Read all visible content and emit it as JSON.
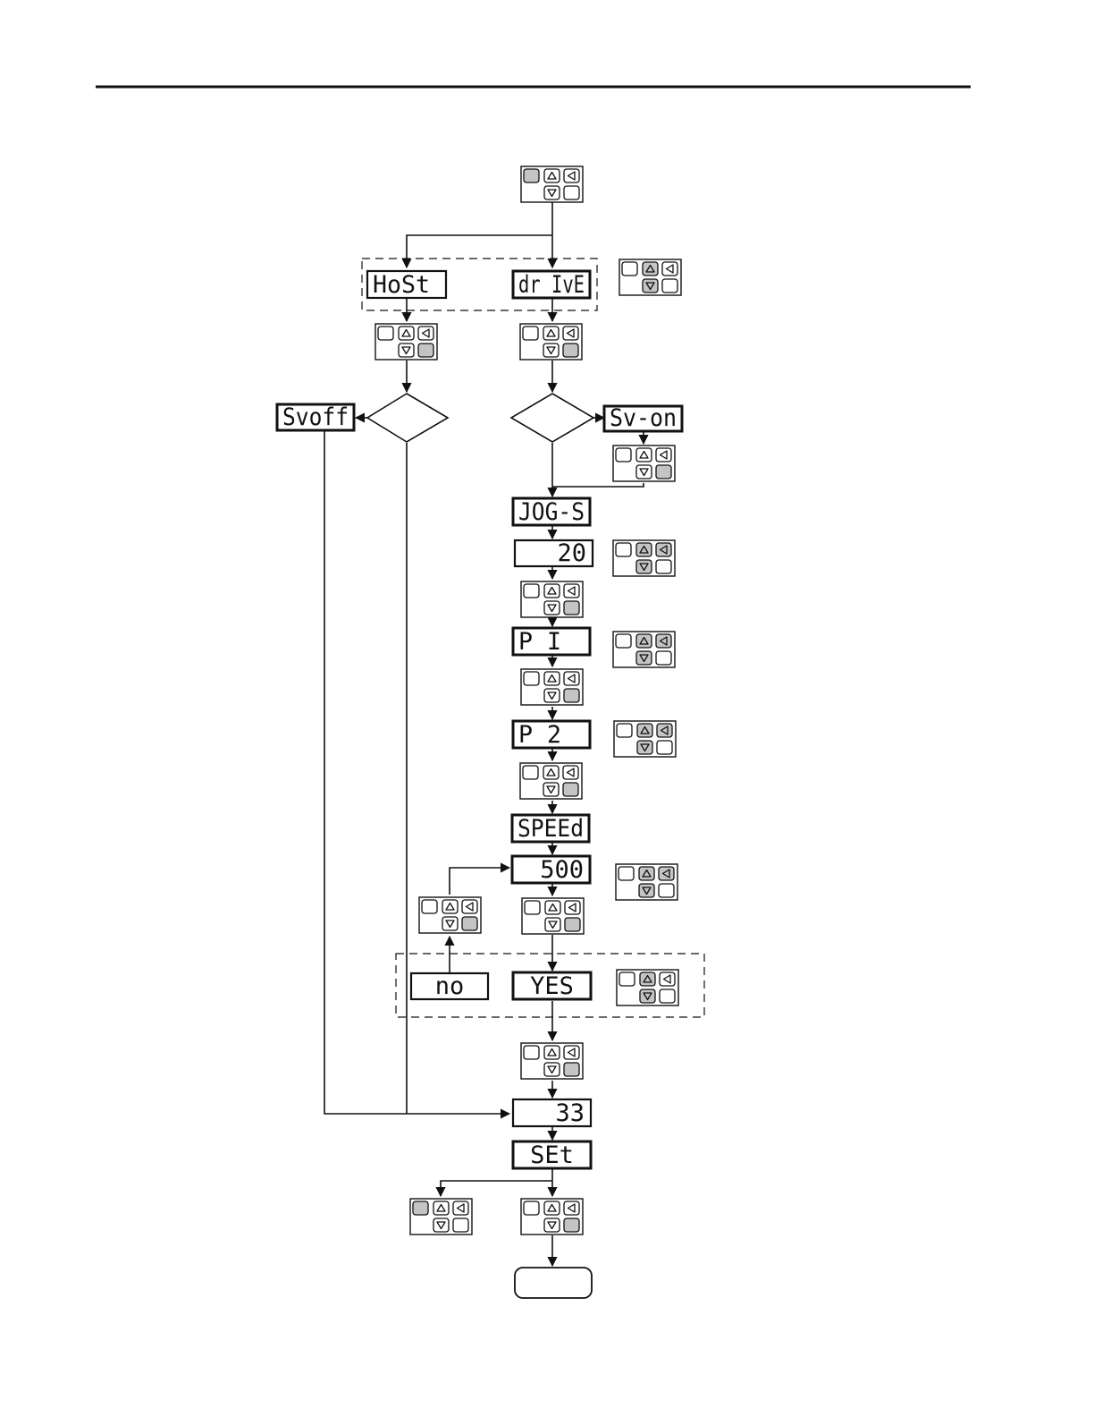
{
  "displays": [
    {
      "id": "host",
      "text": "HoSt",
      "align": "start",
      "thick": false
    },
    {
      "id": "drive",
      "text": "dr IvE",
      "align": "start",
      "thick": true
    },
    {
      "id": "sv-off",
      "text": "Svoff",
      "align": "start",
      "thick": true
    },
    {
      "id": "sv-on",
      "text": "Sv-on",
      "align": "start",
      "thick": true
    },
    {
      "id": "jog-s",
      "text": "JOG-S",
      "align": "start",
      "thick": true
    },
    {
      "id": "jog-value",
      "text": "20",
      "align": "end",
      "thick": false
    },
    {
      "id": "p1",
      "text": "P I",
      "align": "start",
      "thick": true
    },
    {
      "id": "p2",
      "text": "P 2",
      "align": "start",
      "thick": true
    },
    {
      "id": "speed",
      "text": "SPEEd",
      "align": "start",
      "thick": true
    },
    {
      "id": "speed-value",
      "text": "500",
      "align": "end",
      "thick": true
    },
    {
      "id": "no",
      "text": "no",
      "align": "middle",
      "thick": false
    },
    {
      "id": "yes",
      "text": "YES",
      "align": "middle",
      "thick": true
    },
    {
      "id": "value-33",
      "text": "33",
      "align": "end",
      "thick": false
    },
    {
      "id": "set",
      "text": "SEt",
      "align": "middle",
      "thick": true
    }
  ],
  "keypads": [
    {
      "id": "start",
      "pressed": "mode"
    },
    {
      "id": "select-host-drive",
      "pressed": "up-down"
    },
    {
      "id": "host-enter",
      "pressed": "enter"
    },
    {
      "id": "drive-enter",
      "pressed": "enter"
    },
    {
      "id": "sv-on-enter",
      "pressed": "enter"
    },
    {
      "id": "jog-adjust",
      "pressed": "up-down-left"
    },
    {
      "id": "jog-enter",
      "pressed": "enter"
    },
    {
      "id": "p1-adjust",
      "pressed": "up-down-left"
    },
    {
      "id": "p1-enter",
      "pressed": "enter"
    },
    {
      "id": "p2-adjust",
      "pressed": "up-down-left"
    },
    {
      "id": "p2-enter",
      "pressed": "enter"
    },
    {
      "id": "speed-adjust",
      "pressed": "up-down-left"
    },
    {
      "id": "no-enter",
      "pressed": "enter"
    },
    {
      "id": "speed-enter",
      "pressed": "enter"
    },
    {
      "id": "select-yes-no",
      "pressed": "up-down"
    },
    {
      "id": "yes-enter",
      "pressed": "enter"
    },
    {
      "id": "set-mode",
      "pressed": "mode"
    },
    {
      "id": "set-enter",
      "pressed": "enter"
    }
  ],
  "decisions": [
    {
      "id": "host-decision",
      "label": ""
    },
    {
      "id": "drive-decision",
      "label": ""
    }
  ],
  "terminal": {
    "label": ""
  },
  "colors": {
    "line": "#111111",
    "pressed_key": "#c4c4c4",
    "background": "#ffffff"
  }
}
